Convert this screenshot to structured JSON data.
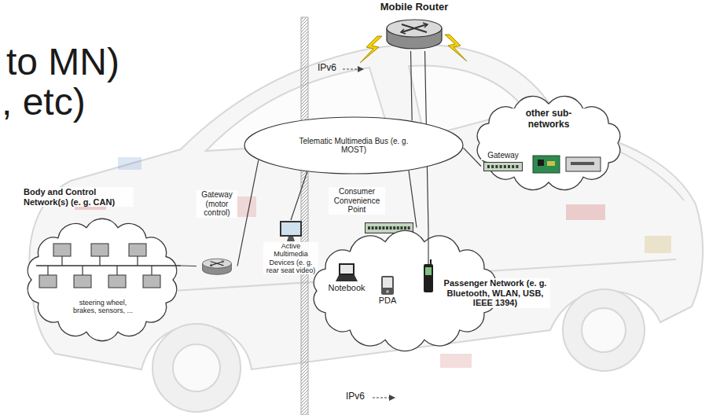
{
  "diagram": {
    "nodes": [
      {
        "text": [
          "Mobile Router"
        ]
      },
      {
        "text": [
          "Telematic Multimedia Bus (e. g. MOST)"
        ]
      },
      {
        "text": [
          "other sub-networks"
        ]
      },
      {
        "text": [
          "Gateway"
        ],
        "in": 2
      },
      {
        "text": [
          "Body and Control Network(s) (e. g. CAN)",
          "steering wheel, brakes, sensors, ..."
        ]
      },
      {
        "text": [
          "Gateway (motor control)"
        ]
      },
      {
        "text": [
          "Active Multimedia Devices (e. g. rear seat video)"
        ]
      },
      {
        "text": [
          "Consumer Convenience Point"
        ]
      },
      {
        "text": [
          "Passenger Network (e. g. Bluetooth, WLAN, USB, IEEE 1394)"
        ]
      },
      {
        "text": [
          "Notebook"
        ],
        "in": 8
      },
      {
        "text": [
          "PDA"
        ],
        "in": 8
      }
    ],
    "edges": [
      {
        "from": 0,
        "to": 1,
        "arrow": "none"
      },
      {
        "from": 0,
        "to": 8,
        "arrow": "none"
      },
      {
        "from": 1,
        "to": 3,
        "arrow": "none"
      },
      {
        "from": 1,
        "to": 5,
        "arrow": "none"
      },
      {
        "from": 1,
        "to": 6,
        "arrow": "none"
      },
      {
        "from": 1,
        "to": 7,
        "arrow": "none"
      },
      {
        "from": 5,
        "to": 4,
        "arrow": "none"
      }
    ],
    "labels": [
      "to MN)",
      ", etc)",
      "IPv6",
      "IPv6"
    ]
  }
}
